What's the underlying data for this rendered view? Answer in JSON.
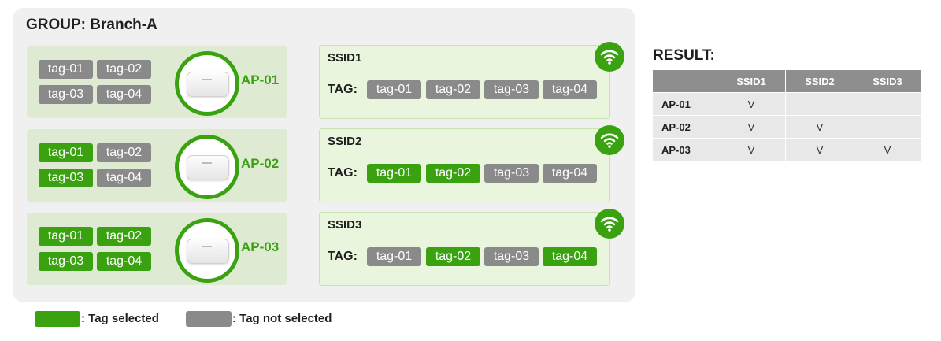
{
  "group": {
    "title": "GROUP: Branch-A"
  },
  "aps": [
    {
      "name": "AP-01",
      "tags": [
        {
          "label": "tag-01",
          "selected": false
        },
        {
          "label": "tag-02",
          "selected": false
        },
        {
          "label": "tag-03",
          "selected": false
        },
        {
          "label": "tag-04",
          "selected": false
        }
      ]
    },
    {
      "name": "AP-02",
      "tags": [
        {
          "label": "tag-01",
          "selected": true
        },
        {
          "label": "tag-02",
          "selected": false
        },
        {
          "label": "tag-03",
          "selected": true
        },
        {
          "label": "tag-04",
          "selected": false
        }
      ]
    },
    {
      "name": "AP-03",
      "tags": [
        {
          "label": "tag-01",
          "selected": true
        },
        {
          "label": "tag-02",
          "selected": true
        },
        {
          "label": "tag-03",
          "selected": true
        },
        {
          "label": "tag-04",
          "selected": true
        }
      ]
    }
  ],
  "ssids": [
    {
      "name": "SSID1",
      "tag_label": "TAG:",
      "tags": [
        {
          "label": "tag-01",
          "selected": false
        },
        {
          "label": "tag-02",
          "selected": false
        },
        {
          "label": "tag-03",
          "selected": false
        },
        {
          "label": "tag-04",
          "selected": false
        }
      ]
    },
    {
      "name": "SSID2",
      "tag_label": "TAG:",
      "tags": [
        {
          "label": "tag-01",
          "selected": true
        },
        {
          "label": "tag-02",
          "selected": true
        },
        {
          "label": "tag-03",
          "selected": false
        },
        {
          "label": "tag-04",
          "selected": false
        }
      ]
    },
    {
      "name": "SSID3",
      "tag_label": "TAG:",
      "tags": [
        {
          "label": "tag-01",
          "selected": false
        },
        {
          "label": "tag-02",
          "selected": true
        },
        {
          "label": "tag-03",
          "selected": false
        },
        {
          "label": "tag-04",
          "selected": true
        }
      ]
    }
  ],
  "result": {
    "title": "RESULT:",
    "columns": [
      "",
      "SSID1",
      "SSID2",
      "SSID3"
    ],
    "rows": [
      [
        "AP-01",
        "V",
        "",
        ""
      ],
      [
        "AP-02",
        "V",
        "V",
        ""
      ],
      [
        "AP-03",
        "V",
        "V",
        "V"
      ]
    ]
  },
  "legend": {
    "selected": ": Tag selected",
    "not_selected": ": Tag not selected"
  },
  "colors": {
    "selected": "#3aa111",
    "not_selected": "#8a8a8a",
    "ap_card": "#deebd2",
    "ssid_card": "#eaf5de"
  },
  "icons": {
    "ssid": "wifi-icon",
    "ap": "access-point-device-icon"
  }
}
